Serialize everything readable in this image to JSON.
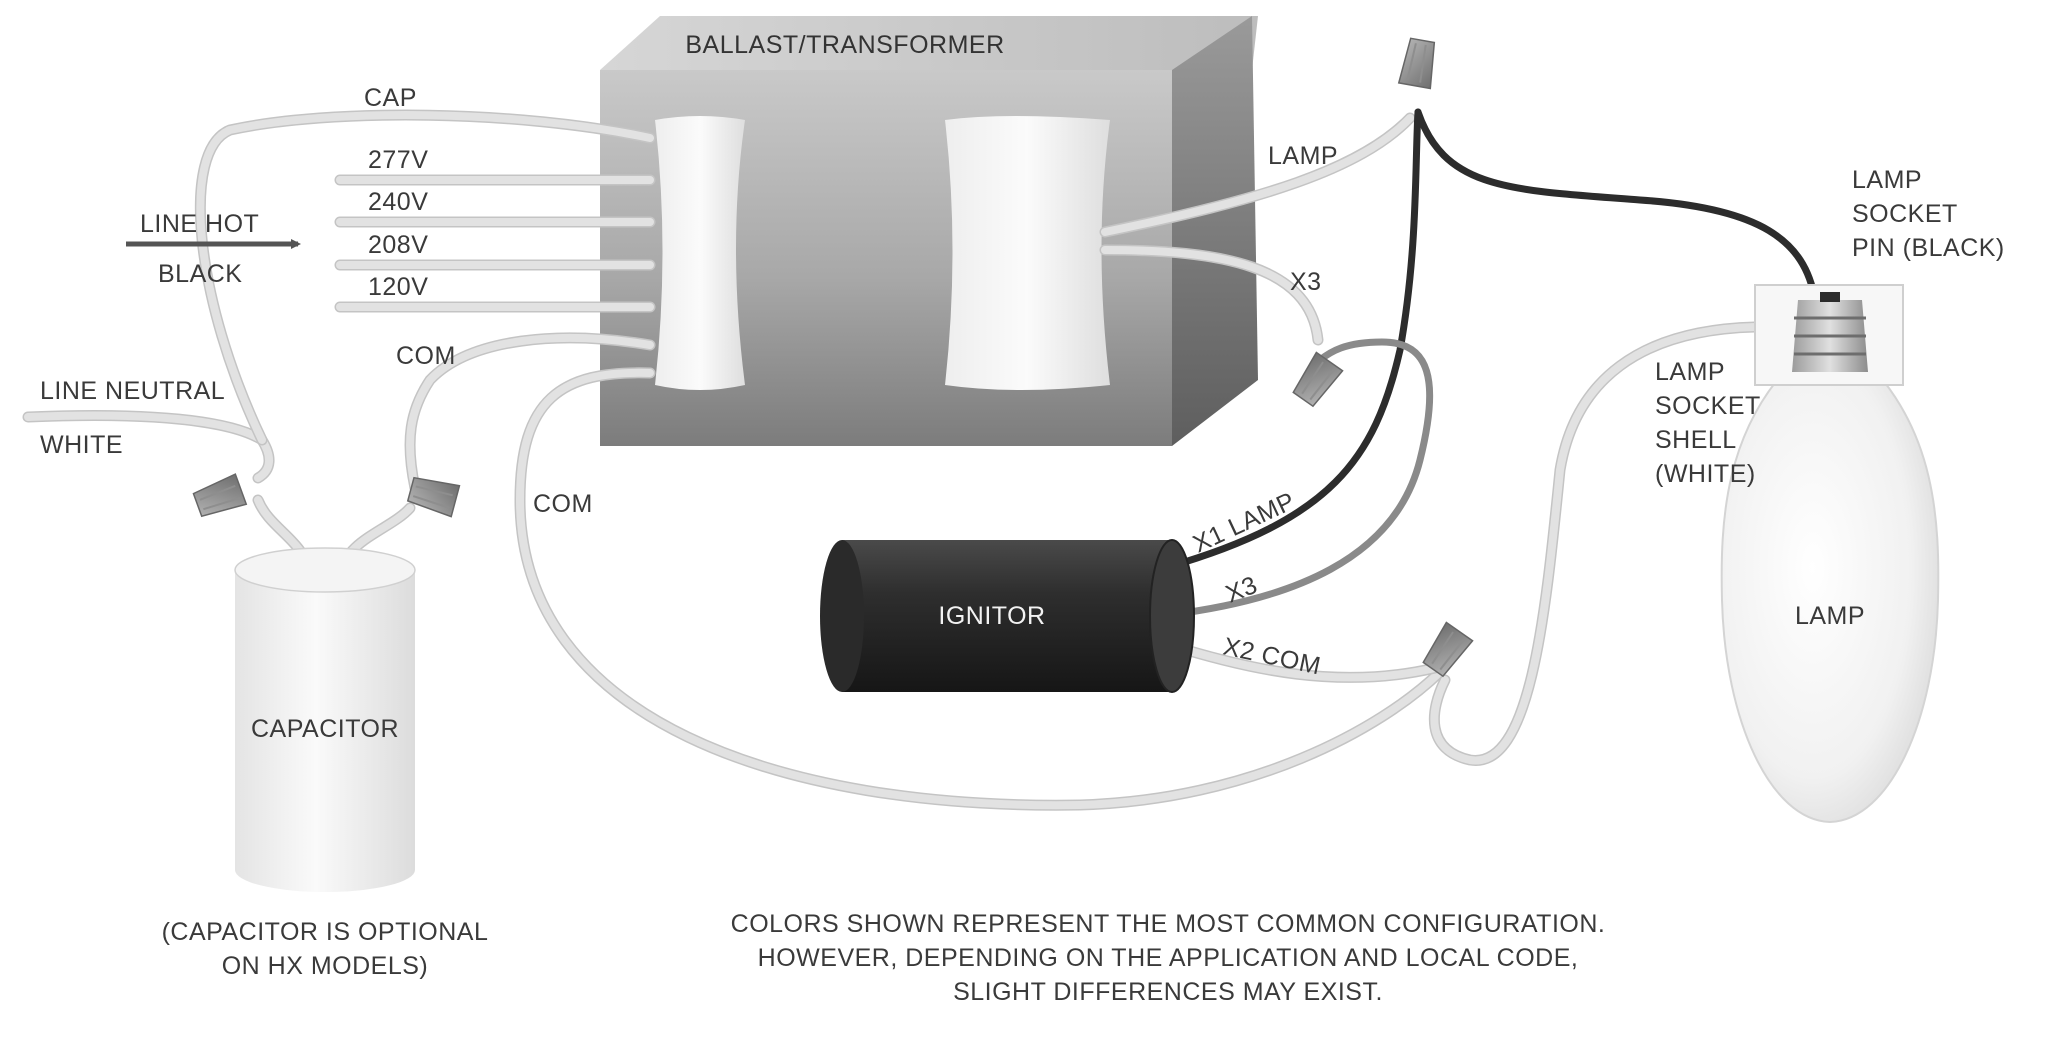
{
  "ballast": {
    "title": "BALLAST/TRANSFORMER"
  },
  "line_hot": {
    "label": "LINE HOT",
    "color": "BLACK"
  },
  "line_neutral": {
    "label": "LINE NEUTRAL",
    "color": "WHITE"
  },
  "taps": {
    "cap": "CAP",
    "v277": "277V",
    "v240": "240V",
    "v208": "208V",
    "v120": "120V",
    "com": "COM",
    "com2": "COM",
    "lamp": "LAMP",
    "x3": "X3"
  },
  "capacitor": {
    "label": "CAPACITOR",
    "note_line1": "(CAPACITOR IS OPTIONAL",
    "note_line2": "ON HX MODELS)"
  },
  "ignitor": {
    "label": "IGNITOR",
    "x1": "X1 LAMP",
    "x3": "X3",
    "x2": "X2 COM"
  },
  "lamp": {
    "label": "LAMP",
    "pin_line1": "LAMP",
    "pin_line2": "SOCKET",
    "pin_line3": "PIN (BLACK)",
    "shell_line1": "LAMP",
    "shell_line2": "SOCKET",
    "shell_line3": "SHELL",
    "shell_line4": "(WHITE)"
  },
  "footnote": {
    "line1": "COLORS SHOWN REPRESENT THE MOST COMMON CONFIGURATION.",
    "line2": "HOWEVER, DEPENDING ON THE APPLICATION AND LOCAL CODE,",
    "line3": "SLIGHT DIFFERENCES MAY EXIST."
  },
  "colors": {
    "black_wire": "#2c2c2c",
    "gray_wire": "#8a8a8a",
    "white_wire": "#e2e2e2",
    "ballast_face": "#b4b4b4",
    "ignitor_body": "#2a2a2a"
  }
}
